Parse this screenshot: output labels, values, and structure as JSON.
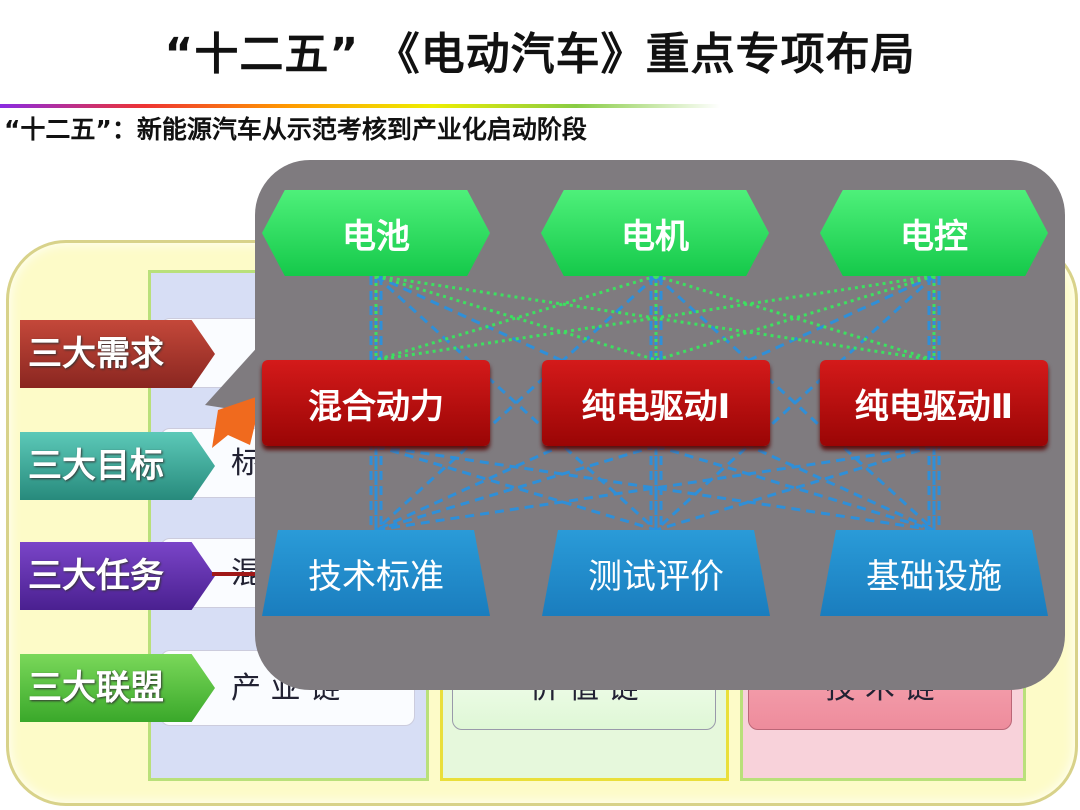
{
  "title": "“十二五” 《电动汽车》重点专项布局",
  "subtitle": "“十二五”：新能源汽车从示范考核到产业化启动阶段",
  "left_labels": [
    {
      "text": "三大需求",
      "color": "#a8322a"
    },
    {
      "text": "三大目标",
      "color": "#2f9c8e"
    },
    {
      "text": "三大任务",
      "color": "#5a2aa8"
    },
    {
      "text": "三大联盟",
      "color": "#4cb83a"
    }
  ],
  "background_rows": {
    "goals_partial": "标",
    "tasks_partial": "混",
    "chains": [
      "产 业 链",
      "价 值 链",
      "技 术 链"
    ]
  },
  "diagram": {
    "components": [
      "电池",
      "电机",
      "电控"
    ],
    "drivetrains": [
      "混合动力",
      "纯电驱动Ⅰ",
      "纯电驱动Ⅱ"
    ],
    "platforms": [
      "技术标准",
      "测试评价",
      "基础设施"
    ]
  }
}
